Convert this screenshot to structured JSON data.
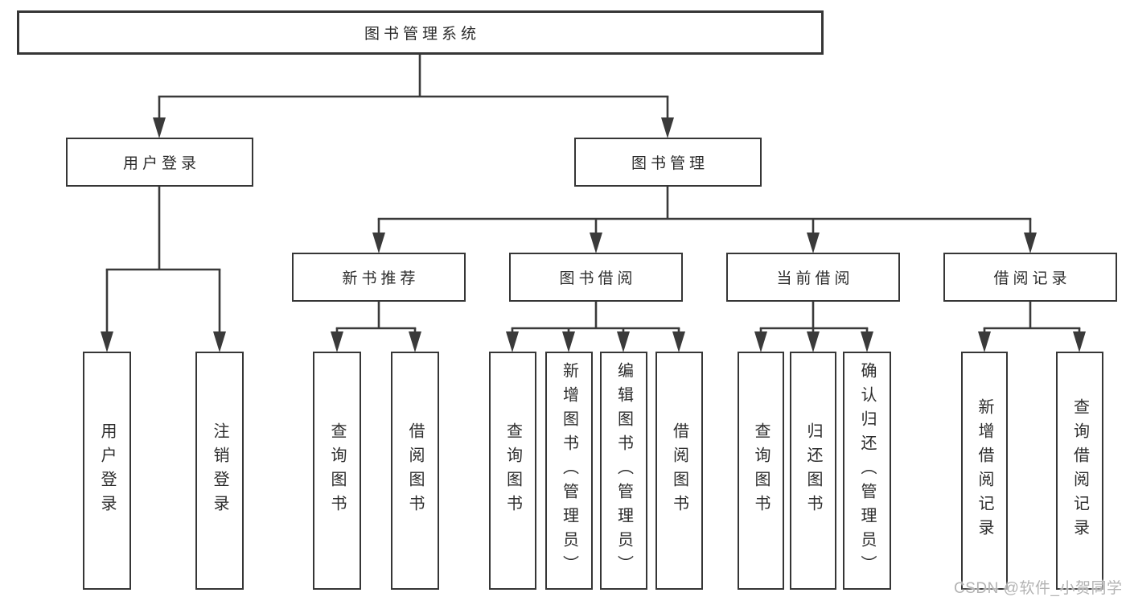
{
  "title": "图书管理系统",
  "colors": {
    "line": "#3a3a3a",
    "box_border": "#363636",
    "box_fill": "#ffffff",
    "text": "#2c2c2c",
    "watermark": "#b3b3b3",
    "background": "#ffffff"
  },
  "tree": {
    "root": {
      "label": "图书管理系统"
    },
    "branches": [
      {
        "label": "用户登录",
        "children": [
          {
            "label": "用户登录"
          },
          {
            "label": "注销登录"
          }
        ]
      },
      {
        "label": "图书管理",
        "groups": [
          {
            "label": "新书推荐",
            "children": [
              {
                "label": "查询图书"
              },
              {
                "label": "借阅图书"
              }
            ]
          },
          {
            "label": "图书借阅",
            "children": [
              {
                "label": "查询图书"
              },
              {
                "label": "新增图书（管理员）"
              },
              {
                "label": "编辑图书（管理员）"
              },
              {
                "label": "借阅图书"
              }
            ]
          },
          {
            "label": "当前借阅",
            "children": [
              {
                "label": "查询图书"
              },
              {
                "label": "归还图书"
              },
              {
                "label": "确认归还（管理员）"
              }
            ]
          },
          {
            "label": "借阅记录",
            "children": [
              {
                "label": "新增借阅记录"
              },
              {
                "label": "查询借阅记录"
              }
            ]
          }
        ]
      }
    ]
  },
  "watermark": {
    "text": "CSDN @软件_小贺同学"
  }
}
